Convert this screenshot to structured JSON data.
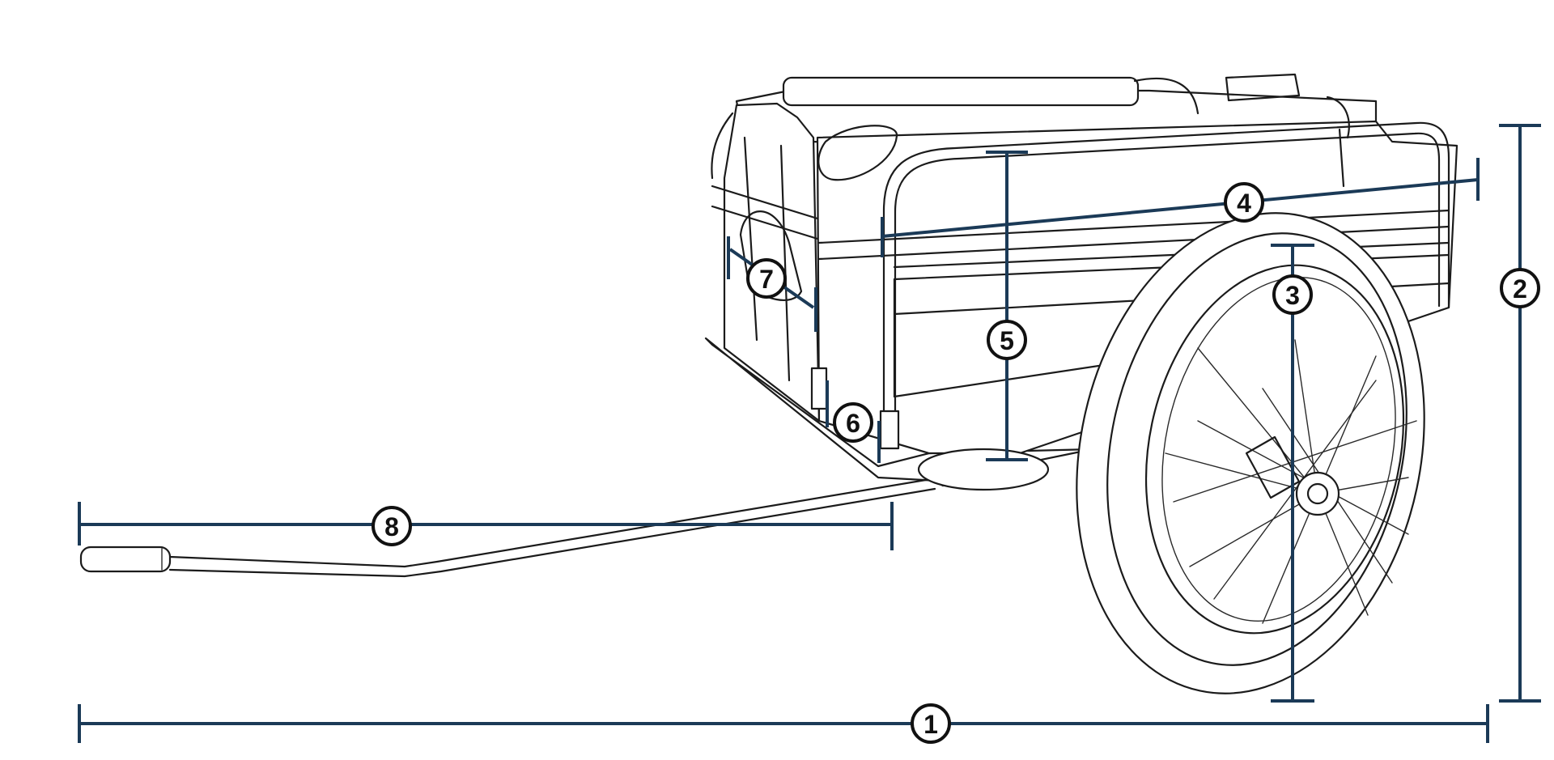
{
  "diagram": {
    "subject": "cargo-trailer",
    "line_color": "#1b3a57",
    "sketch_color": "#1b1b1b",
    "callouts": [
      {
        "id": "1",
        "label": "1"
      },
      {
        "id": "2",
        "label": "2"
      },
      {
        "id": "3",
        "label": "3"
      },
      {
        "id": "4",
        "label": "4"
      },
      {
        "id": "5",
        "label": "5"
      },
      {
        "id": "6",
        "label": "6"
      },
      {
        "id": "7",
        "label": "7"
      },
      {
        "id": "8",
        "label": "8"
      }
    ]
  }
}
